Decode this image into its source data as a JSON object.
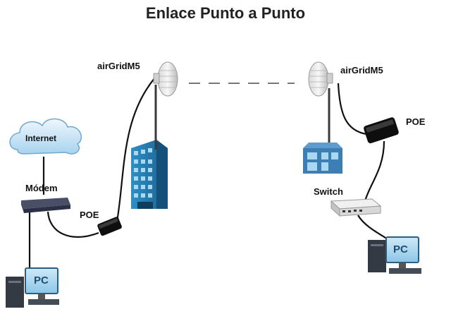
{
  "title": "Enlace Punto a Punto",
  "labels": {
    "internet": "Internet",
    "modem": "Módem",
    "poe_left": "POE",
    "poe_right": "POE",
    "airgrid_left": "airGridM5",
    "airgrid_right": "airGridM5",
    "switch": "Switch",
    "pc_left": "PC",
    "pc_right": "PC"
  }
}
